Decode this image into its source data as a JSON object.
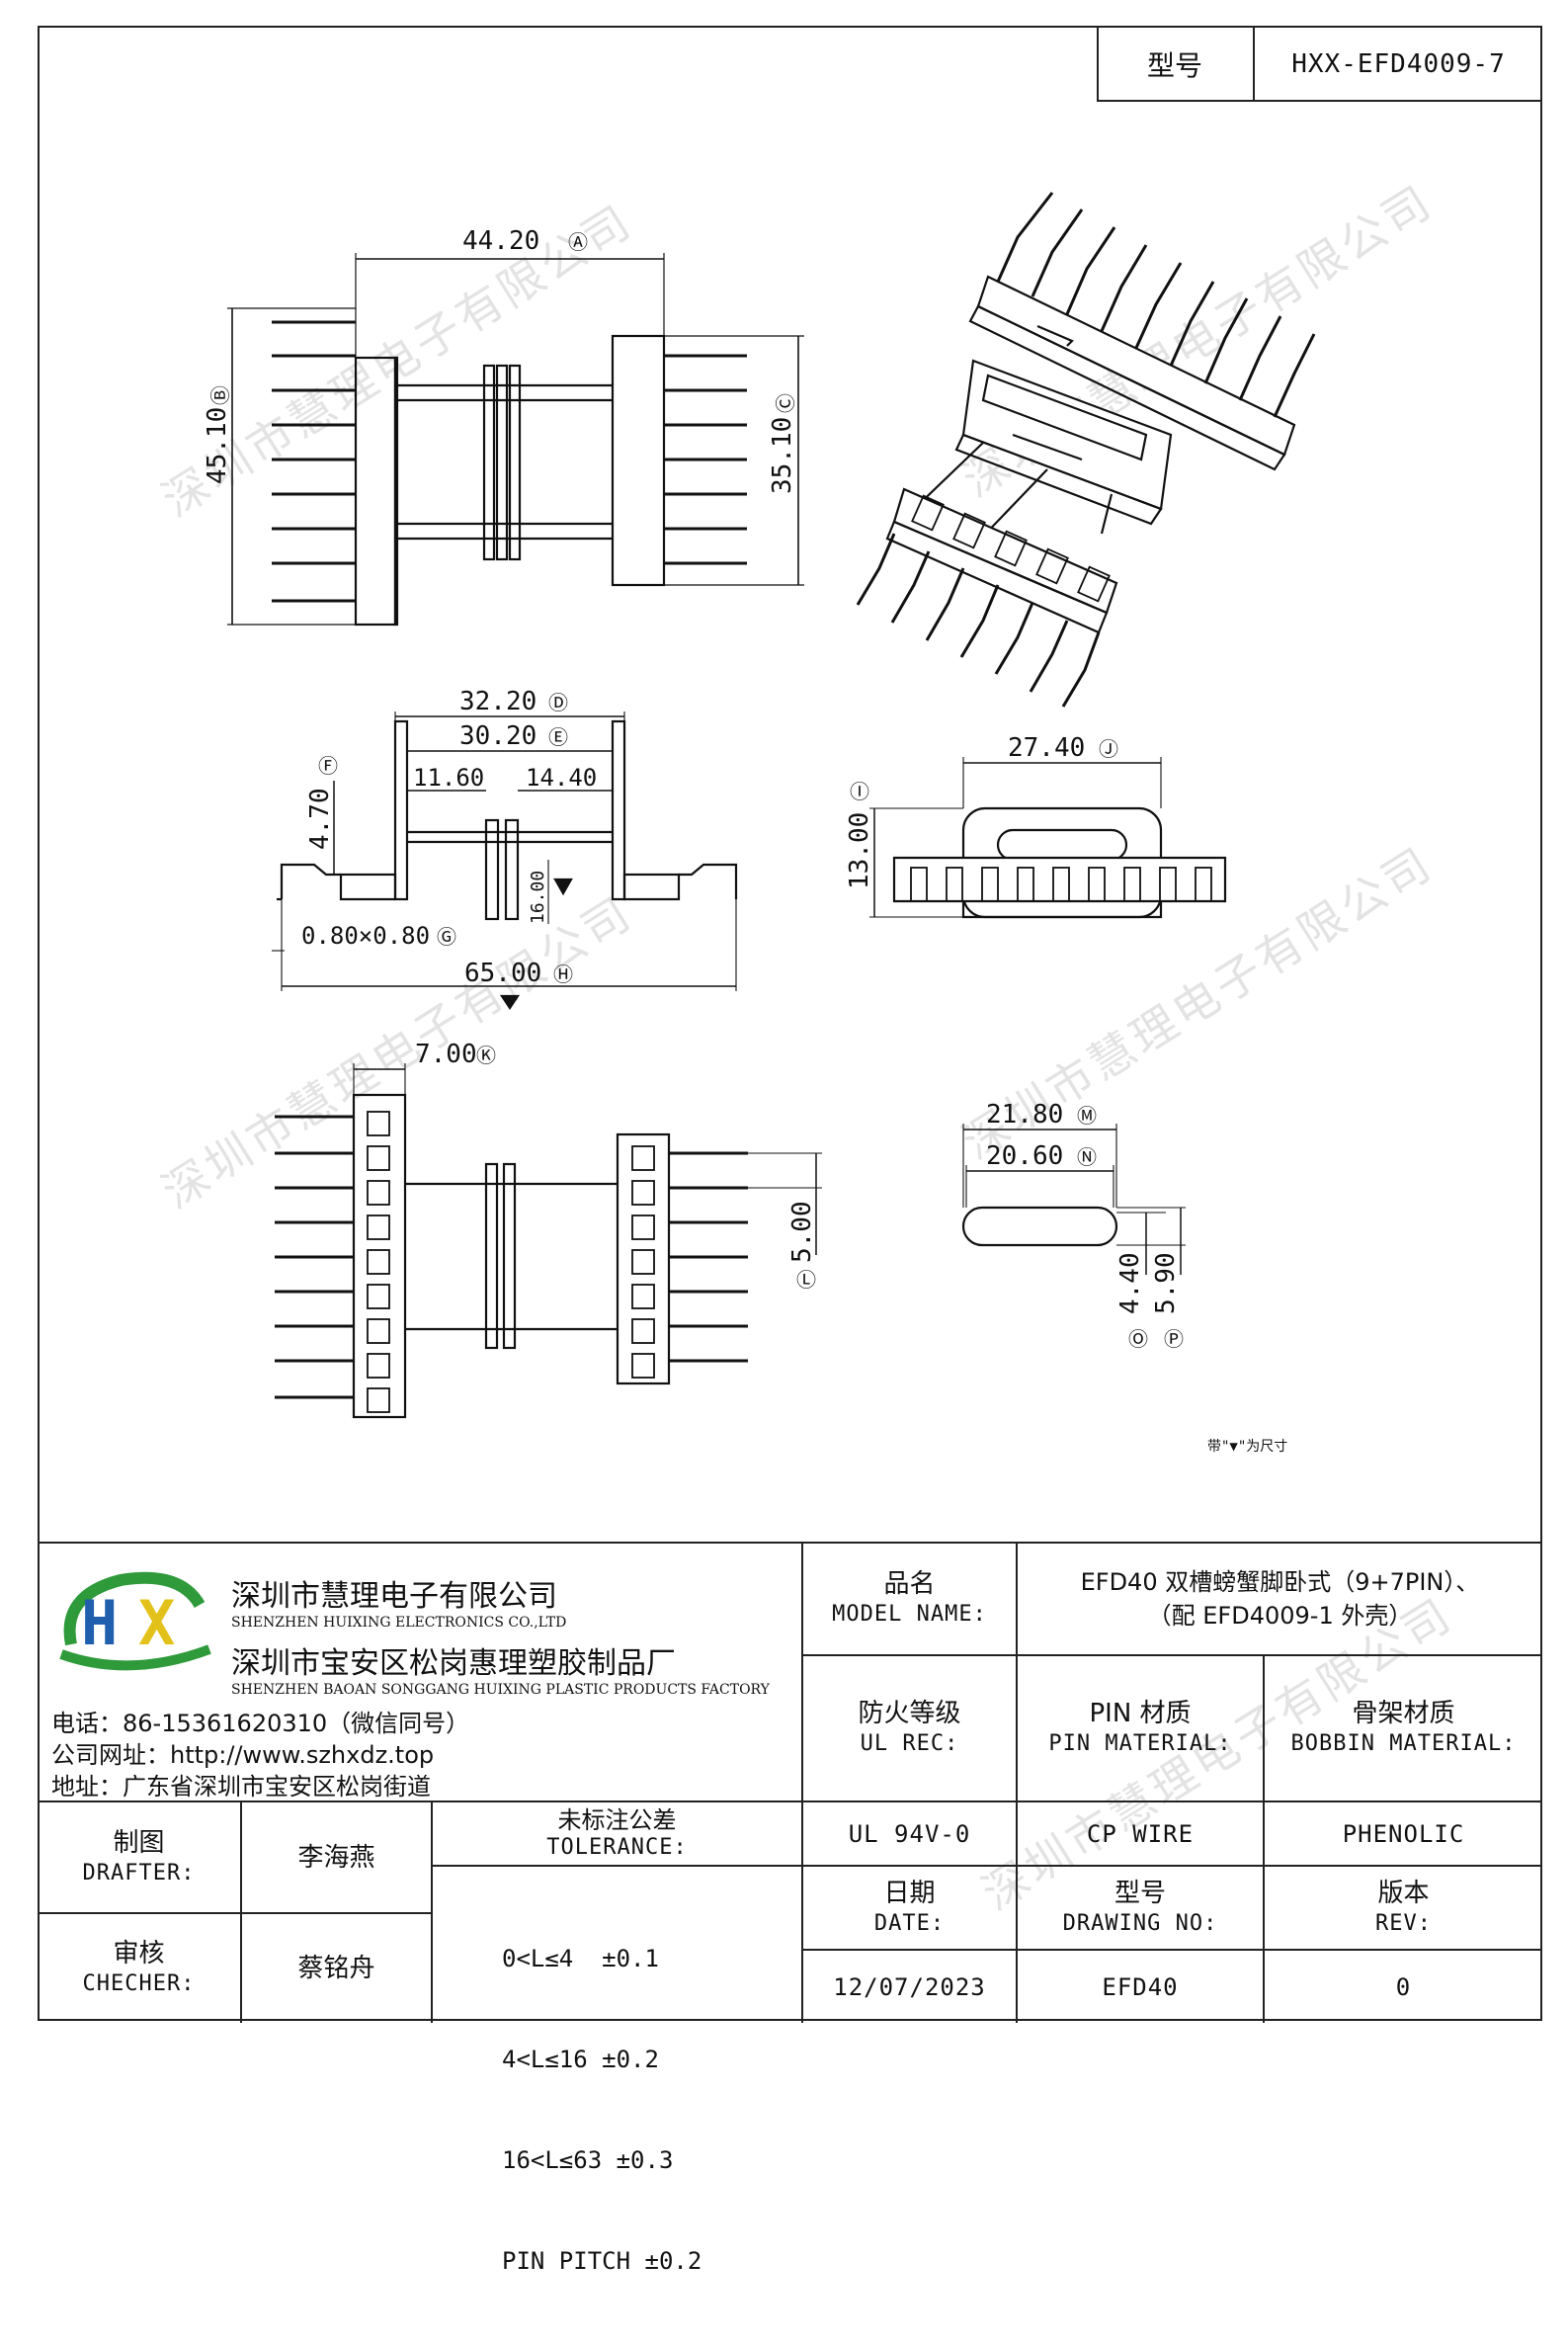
{
  "header": {
    "model_label": "型号",
    "model_value": "HXX-EFD4009-7"
  },
  "dims": {
    "A": "44.20",
    "B": "45.10",
    "C": "35.10",
    "D": "32.20",
    "E": "30.20",
    "F": "4.70",
    "G": "0.80×0.80",
    "H": "65.00",
    "I": "13.00",
    "J": "27.40",
    "K": "7.00",
    "L": "5.00",
    "M": "21.80",
    "N": "20.60",
    "O": "4.40",
    "P": "5.90",
    "left_half": "11.60",
    "right_half": "14.40",
    "slot_h": "16.00"
  },
  "dim_letters": [
    "A",
    "B",
    "C",
    "D",
    "E",
    "F",
    "G",
    "H",
    "I",
    "J",
    "K",
    "L",
    "M",
    "N",
    "O",
    "P"
  ],
  "note": "带\"▼\"为尺寸",
  "watermark": "深圳市慧理电子有限公司",
  "company": {
    "name_cn": "深圳市慧理电子有限公司",
    "name_en": "SHENZHEN HUIXING ELECTRONICS CO.,LTD",
    "factory_cn": "深圳市宝安区松岗惠理塑胶制品厂",
    "factory_en": "SHENZHEN BAOAN SONGGANG HUIXING PLASTIC PRODUCTS FACTORY",
    "phone": "电话：86-15361620310（微信同号）",
    "website": "公司网址：http://www.szhxdz.top",
    "address": "地址：广东省深圳市宝安区松岗街道",
    "logo_letters": "HX"
  },
  "title_block": {
    "product_name_cn": "品名",
    "product_name_en": "MODEL NAME:",
    "product_name_value_1": "EFD40 双槽螃蟹脚卧式（9+7PIN）、",
    "product_name_value_2": "（配 EFD4009-1 外壳）",
    "fire_cn": "防火等级",
    "fire_en": "UL REC:",
    "pin_cn": "PIN 材质",
    "pin_en": "PIN MATERIAL:",
    "bobbin_cn": "骨架材质",
    "bobbin_en": "BOBBIN MATERIAL:",
    "fire_value": "UL 94V-0",
    "pin_value": "CP WIRE",
    "bobbin_value": "PHENOLIC",
    "date_cn": "日期",
    "date_en": "DATE:",
    "drawing_cn": "型号",
    "drawing_en": "DRAWING NO:",
    "rev_cn": "版本",
    "rev_en": "REV:",
    "date_value": "12/07/2023",
    "drawing_value": "EFD40",
    "rev_value": "0",
    "drafter_cn": "制图",
    "drafter_en": "DRAFTER:",
    "drafter_value": "李海燕",
    "checker_cn": "审核",
    "checker_en": "CHECHER:",
    "checker_value": "蔡铭舟",
    "tolerance_cn": "未标注公差",
    "tolerance_en": "TOLERANCE:",
    "tolerances": [
      "0<L≤4  ±0.1",
      "4<L≤16 ±0.2",
      "16<L≤63 ±0.3",
      "PIN PITCH ±0.2"
    ]
  },
  "colors": {
    "logo_green": "#2e9a3a",
    "logo_yellow": "#e2c21a",
    "logo_blue": "#1f5fae",
    "line": "#111111"
  }
}
